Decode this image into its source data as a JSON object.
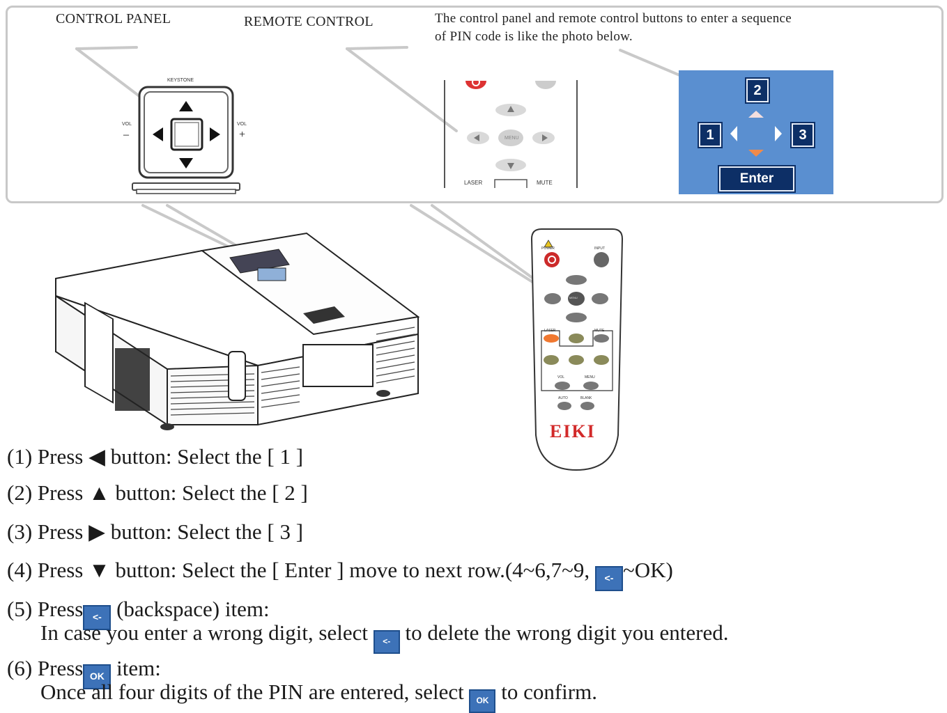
{
  "labels": {
    "control_panel": "CONTROL PANEL",
    "remote_control": "REMOTE CONTROL",
    "intro_line1": "The control panel and remote control buttons to enter a sequence",
    "intro_line2": "of PIN code is like the photo below."
  },
  "control_panel_detail": {
    "keystone": "KEYSTONE",
    "vol_left": "VOL",
    "minus": "–",
    "vol_right": "VOL",
    "plus": "+"
  },
  "remote_detail": {
    "menu": "MENU",
    "laser": "LASER",
    "mute": "MUTE"
  },
  "pin_screen": {
    "digit_1": "1",
    "digit_2": "2",
    "digit_3": "3",
    "enter": "Enter"
  },
  "remote": {
    "brand": "EIKI",
    "power": "POWER",
    "input": "INPUT",
    "laser": "LASER",
    "mute": "MUTE",
    "vol": "VOL",
    "menu": "MENU",
    "auto": "AUTO",
    "blank": "BLANK"
  },
  "icons": {
    "backspace_label": "<-",
    "ok_label": "OK",
    "accent": "#3d72b8"
  },
  "steps": {
    "s1_a": "(1) Press ◀ button: Select the [ 1 ]",
    "s2_a": "(2) Press ▲ button: Select the [ 2 ]",
    "s3_a": "(3) Press ▶ button: Select the [ 3 ]",
    "s4_a": "(4) Press ▼ button: Select the [ Enter ] move to next row.(4~6,7~9,",
    "s4_b": "~OK)",
    "s5_a": "(5)  Press",
    "s5_b": " (backspace) item:",
    "s5_c": "In case you enter a wrong digit, select",
    "s5_d": "to delete the wrong digit you entered.",
    "s6_a": "(6)  Press",
    "s6_b": " item:",
    "s6_c": "Once all four digits of the PIN are entered, select",
    "s6_d": "to confirm."
  }
}
